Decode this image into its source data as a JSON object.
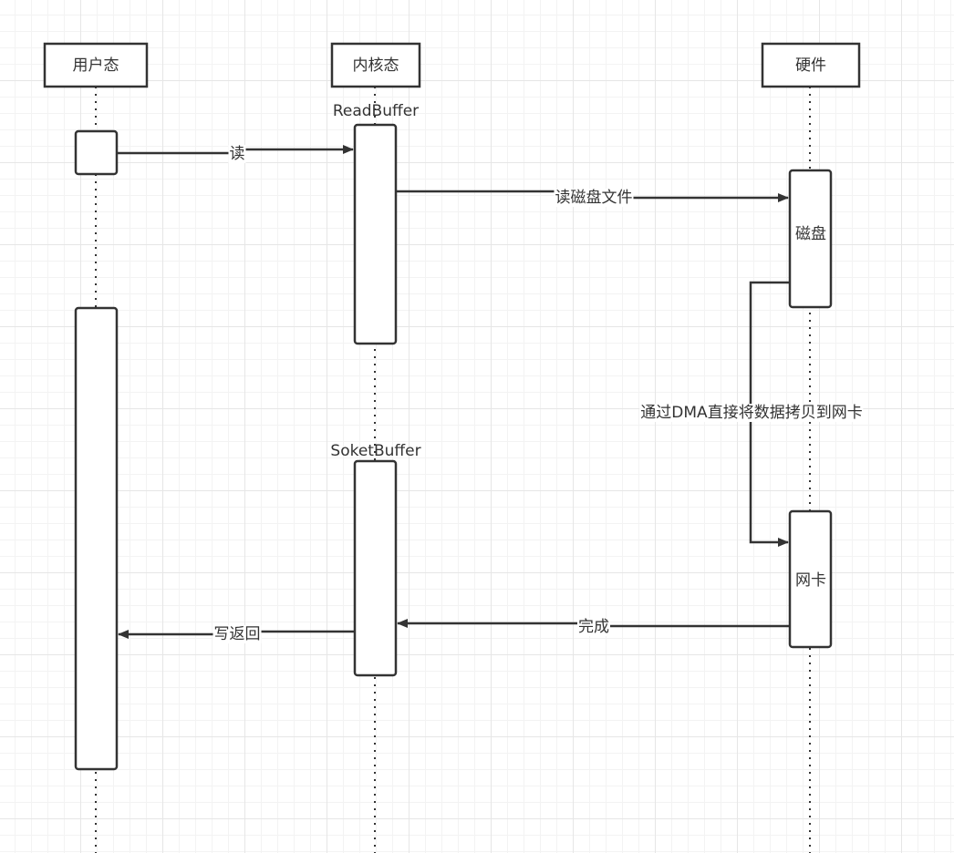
{
  "participants": {
    "user": "用户态",
    "kernel": "内核态",
    "hardware": "硬件"
  },
  "activations": {
    "read_buffer": "ReadBuffer",
    "socket_buffer": "SoketBuffer",
    "disk": "磁盘",
    "nic": "网卡"
  },
  "messages": {
    "read": "读",
    "read_disk_file": "读磁盘文件",
    "dma_copy": "通过DMA直接将数据拷贝到网卡",
    "done": "完成",
    "write_return": "写返回"
  }
}
